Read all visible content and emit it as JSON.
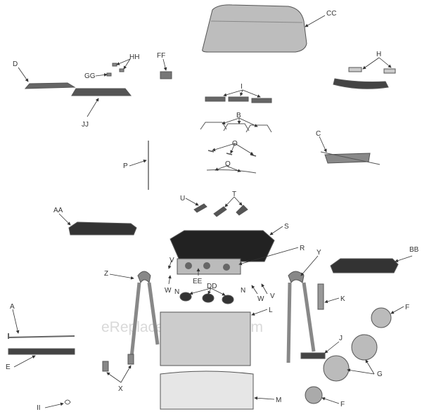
{
  "watermark": "eReplacementParts.com",
  "labels": {
    "CC": "CC",
    "D": "D",
    "HH": "HH",
    "GG": "GG",
    "FF": "FF",
    "H": "H",
    "JJ": "JJ",
    "I": "I",
    "B": "B",
    "C": "C",
    "O": "O",
    "P": "P",
    "Q": "Q",
    "U": "U",
    "T": "T",
    "AA": "AA",
    "S": "S",
    "R": "R",
    "BB": "BB",
    "Y": "Y",
    "V1": "V",
    "V2": "V",
    "Z": "Z",
    "W1": "W",
    "W2": "W",
    "N1": "N",
    "N2": "N",
    "EE": "EE",
    "DD": "DD",
    "K": "K",
    "A": "A",
    "L": "L",
    "F1": "F",
    "F2": "F",
    "J": "J",
    "E": "E",
    "G": "G",
    "X": "X",
    "M": "M",
    "II": "II"
  }
}
